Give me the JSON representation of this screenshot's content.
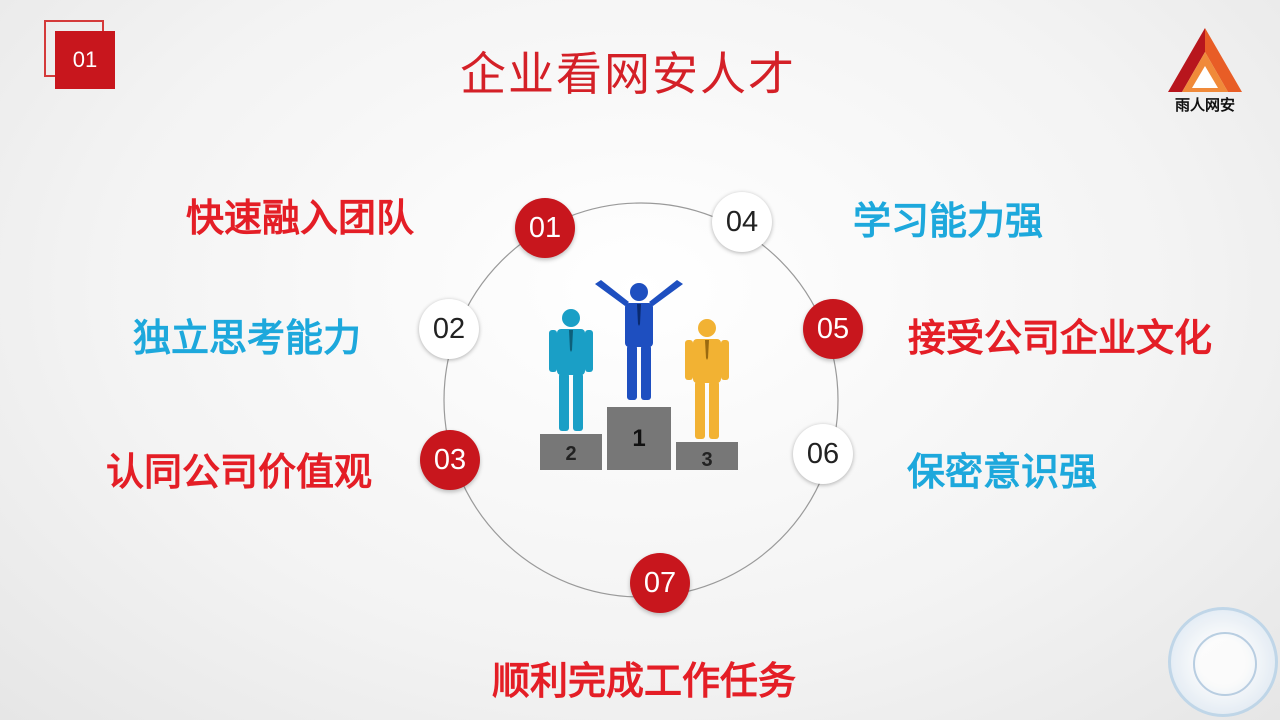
{
  "badge": "01",
  "title": "企业看网安人才",
  "logo_text": "雨人网安",
  "items": [
    {
      "num": "01",
      "label": "快速融入团队"
    },
    {
      "num": "02",
      "label": "独立思考能力"
    },
    {
      "num": "03",
      "label": "认同公司价值观"
    },
    {
      "num": "04",
      "label": "学习能力强"
    },
    {
      "num": "05",
      "label": "接受公司企业文化"
    },
    {
      "num": "06",
      "label": "保密意识强"
    },
    {
      "num": "07",
      "label": "顺利完成工作任务"
    }
  ],
  "podium": {
    "first": "1",
    "second": "2",
    "third": "3"
  },
  "colors": {
    "red": "#c8161d",
    "red_text": "#e41e26",
    "blue_text": "#1da8dc",
    "figure_blue": "#1e4fc0",
    "figure_teal": "#1a9fc6",
    "figure_gold": "#f2b233",
    "podium_gray": "#777777"
  }
}
